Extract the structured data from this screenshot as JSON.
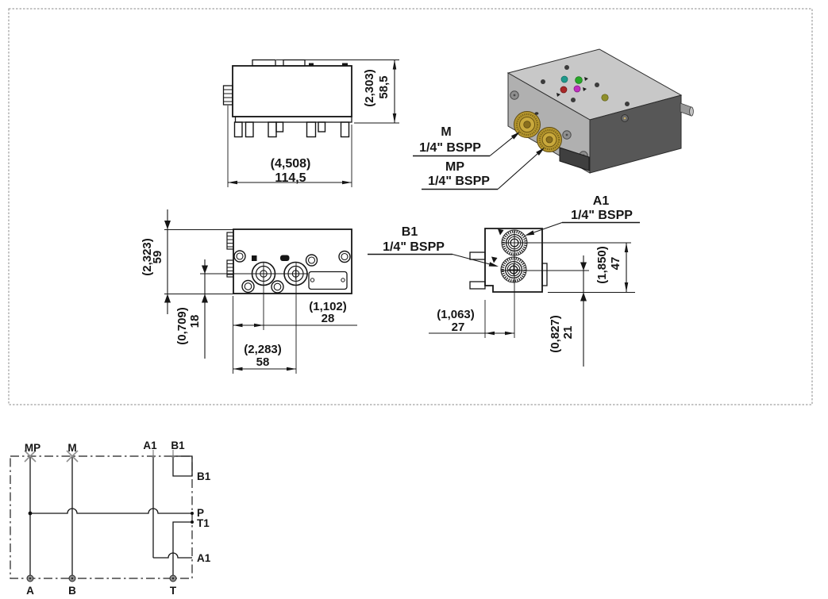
{
  "side_view": {
    "height_in": "(2,303)",
    "height_mm": "58,5",
    "width_in": "(4,508)",
    "width_mm": "114,5"
  },
  "plan_view": {
    "height_in": "(2,323)",
    "height_mm": "59",
    "offset_in": "(0,709)",
    "offset_mm": "18",
    "port1_in": "(1,102)",
    "port1_mm": "28",
    "port2_in": "(2,283)",
    "port2_mm": "58"
  },
  "end_view": {
    "a1": "A1",
    "a1_thread": "1/4\" BSPP",
    "b1": "B1",
    "b1_thread": "1/4\" BSPP",
    "height_in": "(1,850)",
    "height_mm": "47",
    "offset_in": "(0,827)",
    "offset_mm": "21",
    "width_in": "(1,063)",
    "width_mm": "27"
  },
  "iso_view": {
    "m": "M",
    "m_thread": "1/4\" BSPP",
    "mp": "MP",
    "mp_thread": "1/4\" BSPP"
  },
  "schematic": {
    "top": [
      "MP",
      "M",
      "A1",
      "B1"
    ],
    "right": [
      "B1",
      "P",
      "T1",
      "A1"
    ],
    "bottom": [
      "A",
      "B",
      "T"
    ]
  },
  "colors": {
    "line": "#161616",
    "frame": "#8a8a8a",
    "symbol_gray": "#909090",
    "brass": "#b5962e",
    "top_face": "#c8c8c8",
    "front_face": "#b0b0b0",
    "side_face": "#575757",
    "dot_teal": "#1f9a8c",
    "dot_green": "#28a828",
    "dot_red": "#a82828",
    "dot_magenta": "#bf30bf",
    "dot_olive": "#8f8f2a"
  }
}
